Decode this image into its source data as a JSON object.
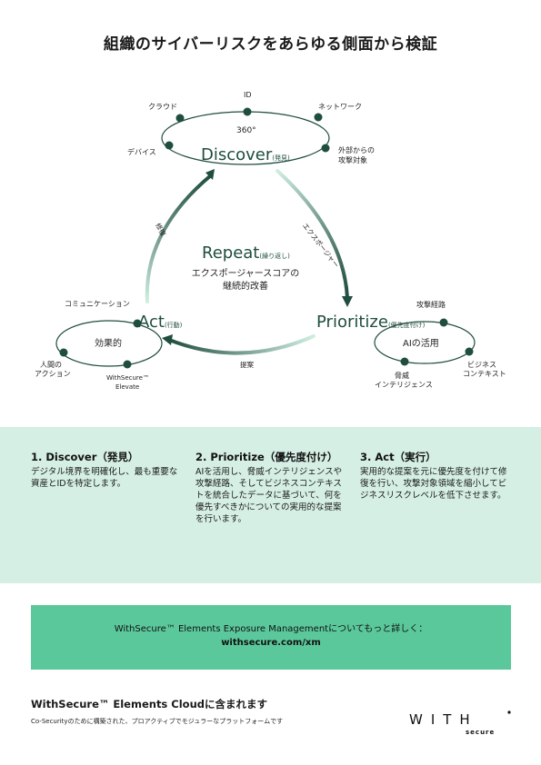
{
  "title": "組織のサイバーリスクをあらゆる側面から検証",
  "diagram": {
    "discover": {
      "main": "Discover",
      "sub": "(発見)",
      "center": "360°",
      "nodes": [
        "クラウド",
        "ID",
        "ネットワーク",
        "デバイス",
        "外部からの",
        "攻撃対象"
      ]
    },
    "prioritize": {
      "main": "Prioritize",
      "sub": "(優先度付け)",
      "center": "AIの活用",
      "nodes": [
        "攻撃経路",
        "ビジネス",
        "コンテキスト",
        "脅威",
        "インテリジェンス"
      ]
    },
    "act": {
      "main": "Act",
      "sub": "(行動)",
      "center": "効果的",
      "nodes": [
        "コミュニケーション",
        "人間の",
        "アクション",
        "WithSecure™",
        "Elevate"
      ]
    },
    "repeat": {
      "main": "Repeat",
      "sub": "(繰り返し)",
      "line1": "エクスポージャースコアの",
      "line2": "継続的改善"
    },
    "arrows": {
      "exposure": "エクスポージャー",
      "proposal": "提案",
      "repair": "修復"
    }
  },
  "steps": [
    {
      "title": "1. Discover（発見）",
      "body": "デジタル境界を明確化し、最も重要な資産とIDを特定します。"
    },
    {
      "title": "2. Prioritize（優先度付け）",
      "body": "AIを活用し、脅威インテリジェンスや攻撃経路、そしてビジネスコンテキストを統合したデータに基づいて、何を優先すべきかについての実用的な提案を行います。"
    },
    {
      "title": "3. Act（実行）",
      "body": "実用的な提案を元に優先度を付けて修復を行い、攻撃対象領域を縮小してビジネスリスクレベルを低下させます。"
    }
  ],
  "cta": {
    "text": "WithSecure™ Elements Exposure Managementについてもっと詳しく：",
    "url": "withsecure.com/xm"
  },
  "cloud": {
    "title": "WithSecure™ Elements Cloudに含まれます",
    "desc": "Co-Securityのために構築された、プロアクティブでモジュラーなプラットフォームです"
  },
  "logo": {
    "word": "WITH",
    "tag": "secure"
  },
  "colors": {
    "dark_green": "#1f4d3f",
    "accent_green": "#5bc89b",
    "band": "#d5efe4"
  }
}
